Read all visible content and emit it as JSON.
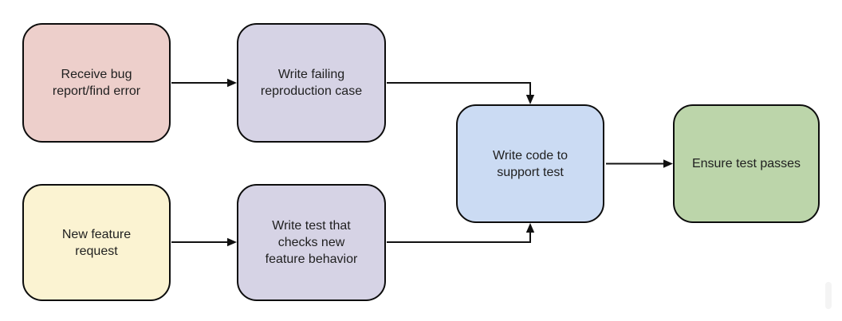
{
  "diagram": {
    "background": "#ffffff",
    "stroke": "#111111",
    "text_color": "#1f1f1f",
    "nodes": {
      "bug_report": {
        "label": "Receive bug\nreport/find error",
        "fill": "#edcfcb"
      },
      "failing_repro": {
        "label": "Write failing\nreproduction case",
        "fill": "#d6d3e5"
      },
      "feature_request": {
        "label": "New feature\nrequest",
        "fill": "#fbf3d2"
      },
      "feature_test": {
        "label": "Write test that\nchecks new\nfeature behavior",
        "fill": "#d6d3e5"
      },
      "write_code": {
        "label": "Write code to\nsupport test",
        "fill": "#cbdbf3"
      },
      "test_passes": {
        "label": "Ensure test passes",
        "fill": "#bcd5aa"
      }
    },
    "edges": [
      {
        "from": "Receive bug report/find error",
        "to": "Write failing reproduction case"
      },
      {
        "from": "Write failing reproduction case",
        "to": "Write code to support test"
      },
      {
        "from": "New feature request",
        "to": "Write test that checks new feature behavior"
      },
      {
        "from": "Write test that checks new feature behavior",
        "to": "Write code to support test"
      },
      {
        "from": "Write code to support test",
        "to": "Ensure test passes"
      }
    ]
  }
}
